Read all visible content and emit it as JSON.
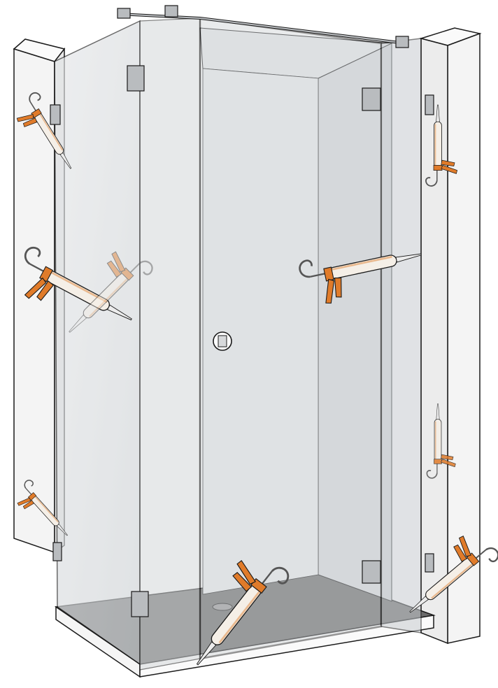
{
  "illustration": {
    "subject": "frameless-glass-shower-enclosure",
    "colors": {
      "glass": "#cfd3d6",
      "glass_light": "#e4e6e8",
      "wall": "#f4f4f4",
      "outline": "#1a1a1a",
      "tray": "#6b6b6b",
      "tray_edge": "#ffffff",
      "gun_orange": "#e07b2a",
      "gun_tube": "#f5efe7",
      "metal": "#b9bcbf"
    },
    "caulking_guns": [
      {
        "id": "gun-left-top"
      },
      {
        "id": "gun-left-middle"
      },
      {
        "id": "gun-behind-glass"
      },
      {
        "id": "gun-left-bottom"
      },
      {
        "id": "gun-back-right"
      },
      {
        "id": "gun-right-top"
      },
      {
        "id": "gun-right-middle"
      },
      {
        "id": "gun-bottom-center"
      },
      {
        "id": "gun-right-bottom"
      }
    ]
  }
}
